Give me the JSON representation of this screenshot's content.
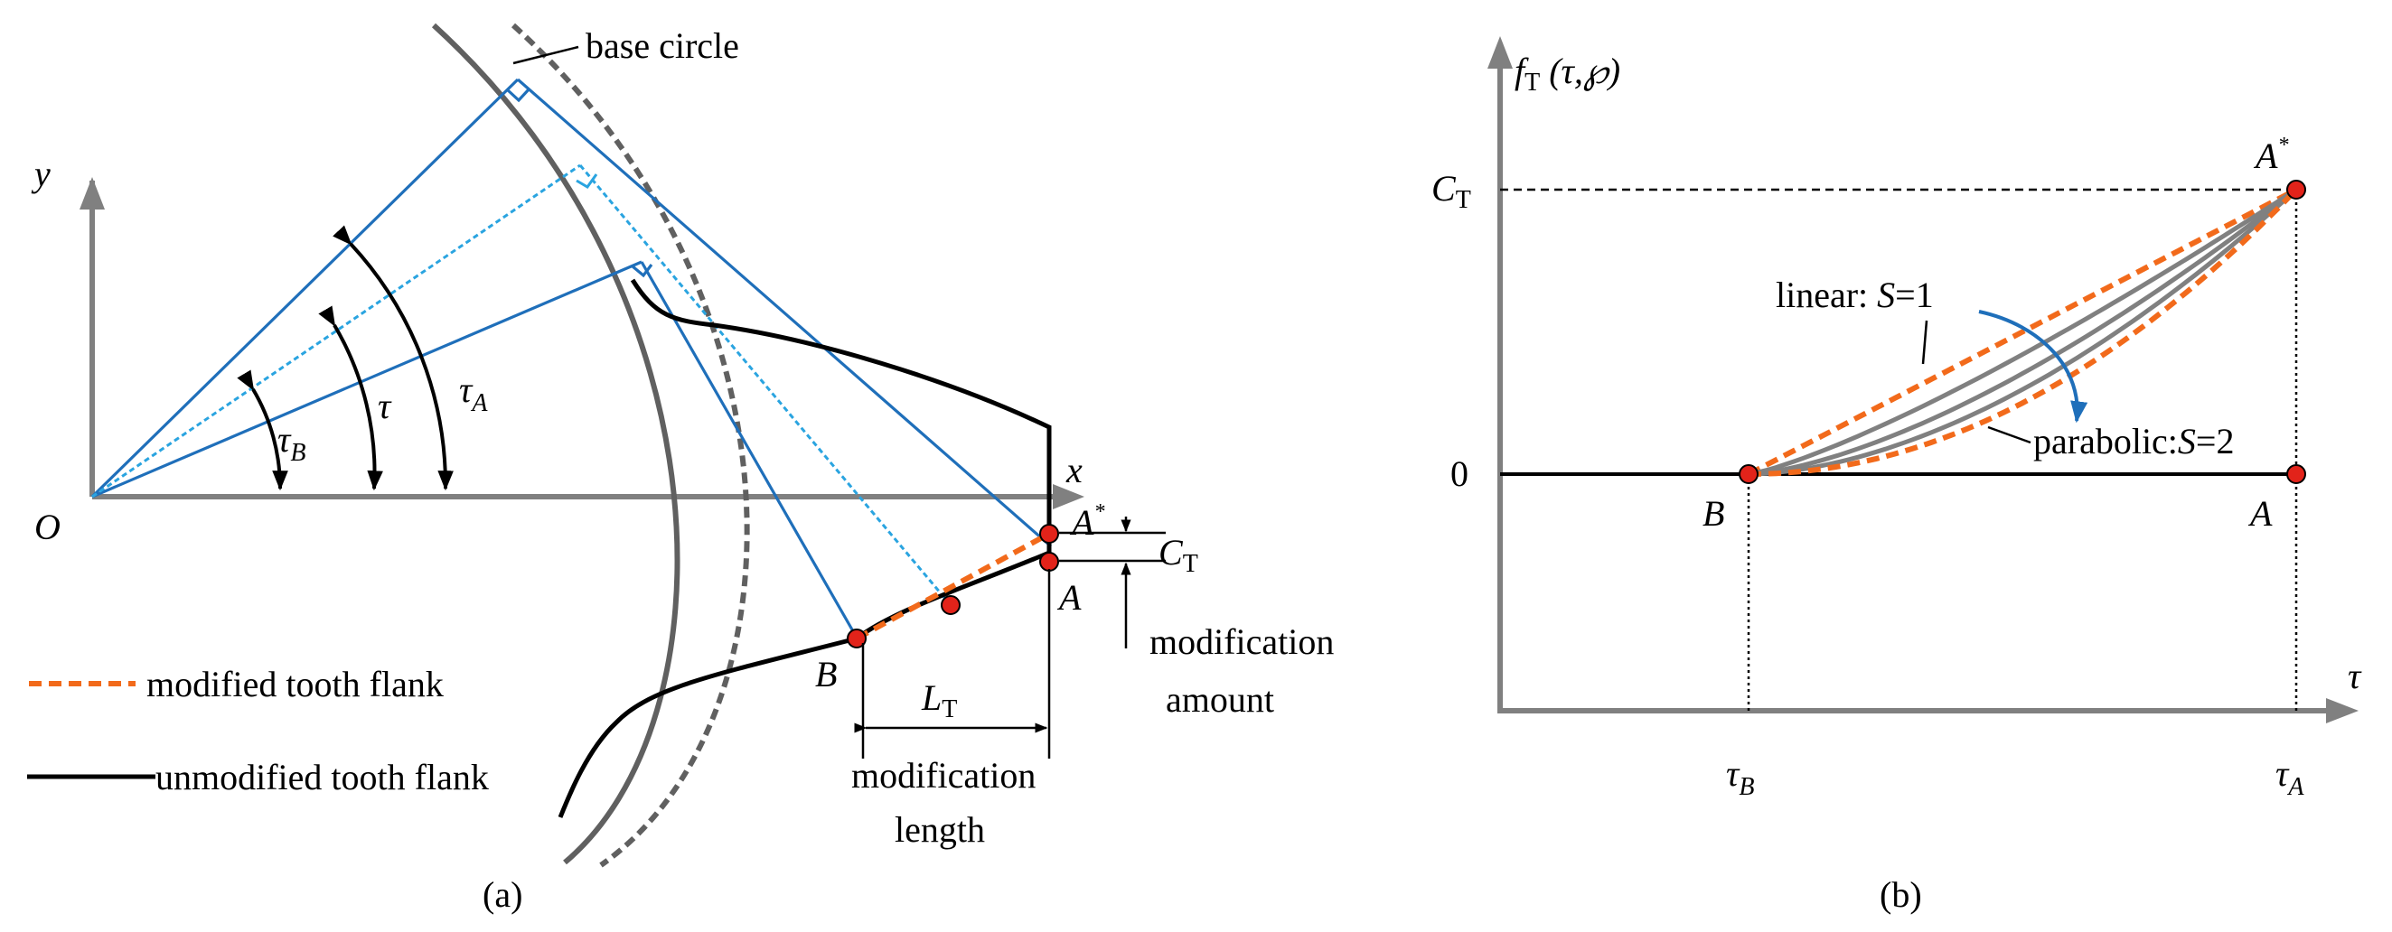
{
  "panel_a": {
    "caption": "(a)",
    "base_circle_label": "base circle",
    "axis_y_label": "y",
    "axis_x_label": "x",
    "origin_label": "O",
    "angle_tau_b": {
      "sym": "τ",
      "sub": "B"
    },
    "angle_tau": "τ",
    "angle_tau_a": {
      "sym": "τ",
      "sub": "A"
    },
    "point_a_star": {
      "sym": "A",
      "sup": "*"
    },
    "point_a": "A",
    "point_b": "B",
    "c_t": {
      "sym": "C",
      "sub": "T"
    },
    "l_t": {
      "sym": "L",
      "sub": "T"
    },
    "modification_amount": [
      "modification",
      "amount"
    ],
    "modification_length": [
      "modification",
      "length"
    ],
    "legend": {
      "modified": "modified tooth flank",
      "unmodified": "unmodified tooth flank"
    }
  },
  "panel_b": {
    "caption": "(b)",
    "y_axis_label": {
      "f": "f",
      "sub": "T",
      "args": " (τ,℘)"
    },
    "x_axis_label": "τ",
    "c_t": {
      "sym": "C",
      "sub": "T"
    },
    "zero": "0",
    "point_b": "B",
    "point_a": "A",
    "point_a_star": {
      "sym": "A",
      "sup": "*"
    },
    "tau_b": {
      "sym": "τ",
      "sub": "B"
    },
    "tau_a": {
      "sym": "τ",
      "sub": "A"
    },
    "linear_label": {
      "prefix": "linear: ",
      "var": "S",
      "suffix": "=1"
    },
    "parabolic_label": {
      "prefix": "parabolic:",
      "var": "S",
      "suffix": "=2"
    },
    "curve_exponents": [
      1.0,
      1.25,
      1.5,
      1.75,
      2.0
    ]
  },
  "colors": {
    "blue": "#1f6fba",
    "light_blue": "#2aa4e0",
    "orange": "#f26a1b",
    "gray": "#808080",
    "red": "#e2231a"
  }
}
